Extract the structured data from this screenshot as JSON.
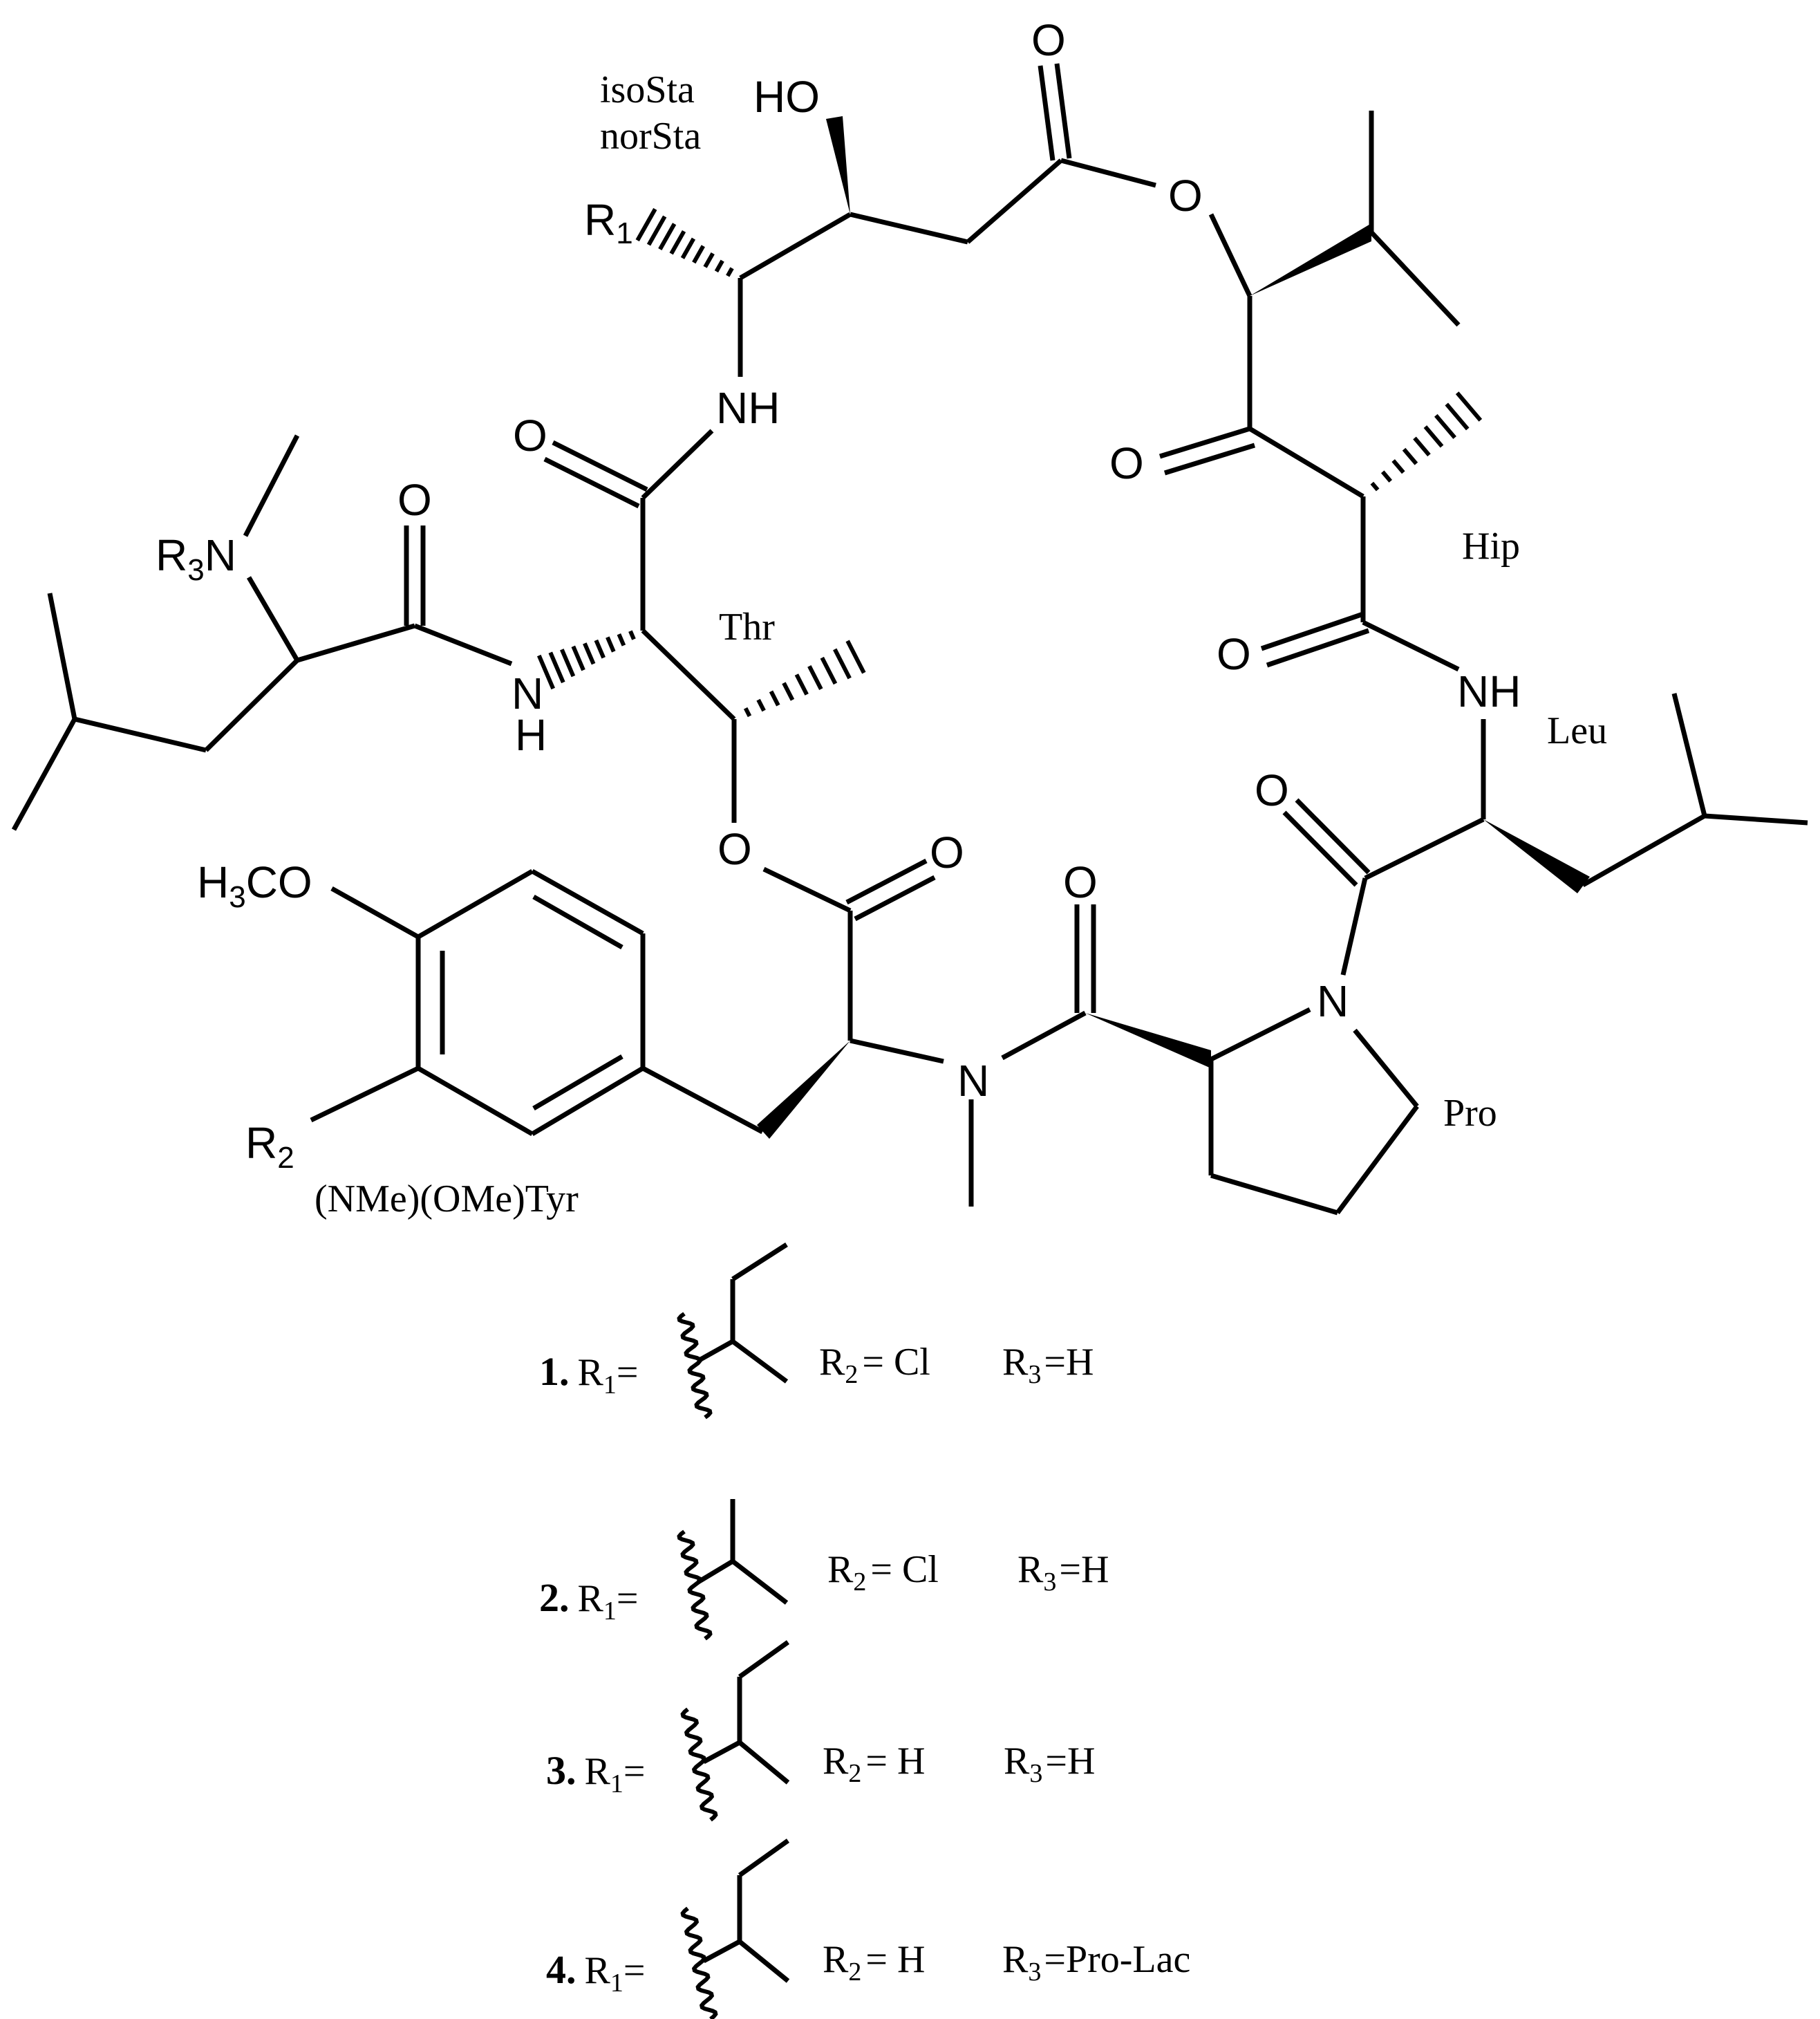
{
  "molecule": {
    "atoms": {
      "HO": "HO",
      "O": "O",
      "NH": "NH",
      "N": "N",
      "H": "H",
      "R": "R",
      "R1_sub": "1",
      "R2_sub": "2",
      "R3_sub": "3",
      "H3CO_h": "H",
      "H3CO_sub": "3",
      "H3CO_rest": "CO"
    },
    "residue_labels": {
      "isoSta": "isoSta",
      "norSta": "norSta",
      "Thr": "Thr",
      "Hip": "Hip",
      "Leu": "Leu",
      "Pro": "Pro",
      "Tyr": "(NMe)(OMe)Tyr"
    }
  },
  "legend": [
    {
      "number": "1.",
      "r1": "R",
      "r1_sub": "1",
      "eq": "=",
      "r2": "R",
      "r2_sub": "2",
      "r2_val": "= Cl",
      "r3": "R",
      "r3_sub": "3",
      "r3_val": "=H"
    },
    {
      "number": "2.",
      "r1": "R",
      "r1_sub": "1",
      "eq": "=",
      "r2": "R",
      "r2_sub": "2",
      "r2_val": "= Cl",
      "r3": "R",
      "r3_sub": "3",
      "r3_val": "=H"
    },
    {
      "number": "3.",
      "r1": "R",
      "r1_sub": "1",
      "eq": "=",
      "r2": "R",
      "r2_sub": "2",
      "r2_val": "= H",
      "r3": "R",
      "r3_sub": "3",
      "r3_val": "=H"
    },
    {
      "number": "4.",
      "r1": "R",
      "r1_sub": "1",
      "eq": "=",
      "r2": "R",
      "r2_sub": "2",
      "r2_val": "= H",
      "r3": "R",
      "r3_sub": "3",
      "r3_val": "=Pro-Lac"
    }
  ]
}
